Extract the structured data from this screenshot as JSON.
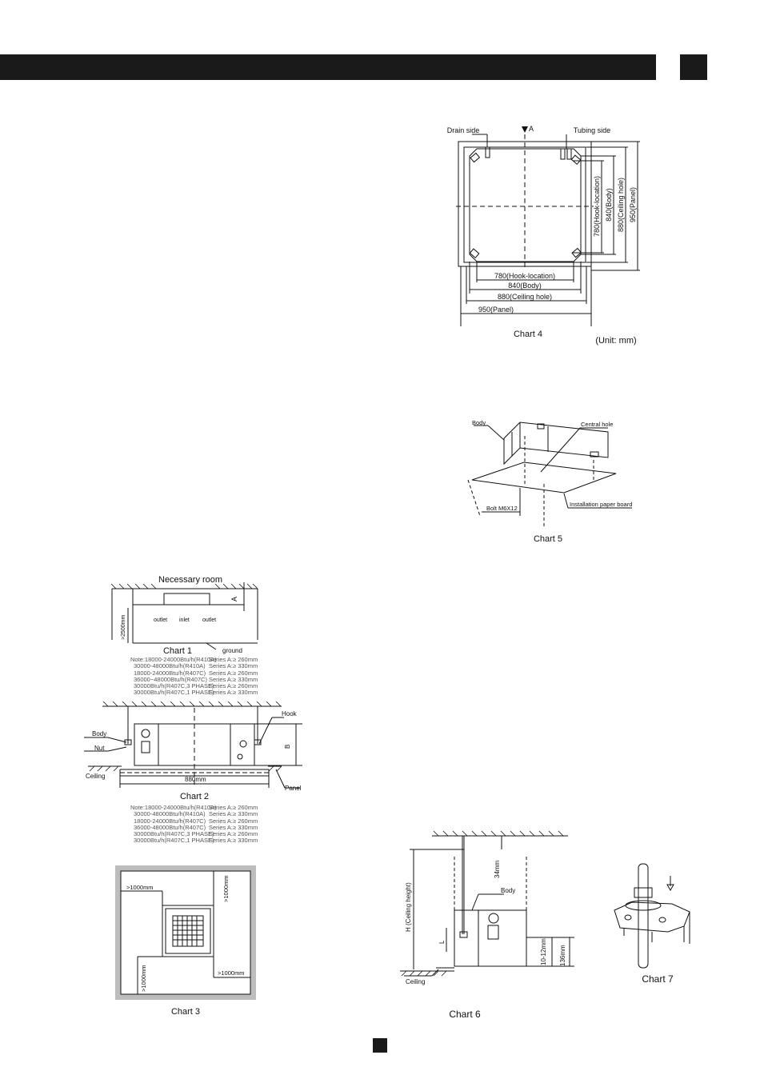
{
  "chart4": {
    "drain_side": "Drain side",
    "tubing_side": "Tubing side",
    "axis_a": "A",
    "dim_780": "780(Hook-location)",
    "dim_840": "840(Body)",
    "dim_880": "880(Ceiling hole)",
    "dim_950": "950(Panel)",
    "vdim_780": "780(Hook-location)",
    "vdim_840": "840(Body)",
    "vdim_880": "880(Ceiling hole)",
    "vdim_950": "950(Panel)",
    "caption": "Chart 4",
    "unit": "(Unit: mm)"
  },
  "chart5": {
    "body": "Body",
    "central_hole": "Central  hole",
    "bolt": "Bolt M6X12",
    "paper_board": "Installation paper board",
    "caption": "Chart 5"
  },
  "chart1": {
    "title": "Necessary room",
    "a": "A",
    "height": ">2500mm",
    "outlet_left": "outlet",
    "inlet": "inlet",
    "outlet_right": "outlet",
    "ground": "ground",
    "caption": "Chart 1",
    "note_rows": [
      {
        "left": "Note:18000-24000Btu/h(R410A)",
        "right": "Series A:≥ 260mm"
      },
      {
        "left": "30000-48000Btu/h(R410A)",
        "right": "Series A:≥ 330mm"
      },
      {
        "left": "18000-24000Btu/h(R407C)",
        "right": "Series A:≥ 260mm"
      },
      {
        "left": "36000~48000Btu/h(R407C)",
        "right": "Series A:≥ 330mm"
      },
      {
        "left": "30000Btu/h(R407C,3 PHASE)",
        "right": "Series A:≥ 260mm"
      },
      {
        "left": "30000Btu/h(R407C,1 PHASE)",
        "right": "Series A:≥ 330mm"
      }
    ]
  },
  "chart2": {
    "body": "Body",
    "nut": "Nut",
    "ceiling": "Ceiling",
    "hook": "Hook",
    "b": "B",
    "width": "880mm",
    "panel": "Panel",
    "caption": "Chart 2",
    "note_rows": [
      {
        "left": "Note:18000-24000Btu/h(R410A)",
        "right": "Series A:≥ 260mm"
      },
      {
        "left": "30000-48000Btu/h(R410A)",
        "right": "Series A:≥ 330mm"
      },
      {
        "left": "18000-24000Btu/h(R407C)",
        "right": "Series A:≥ 260mm"
      },
      {
        "left": "36000-48000Btu/h(R407C)",
        "right": "Series A:≥ 330mm"
      },
      {
        "left": "30000Btu/h(R407C,3 PHASE)",
        "right": "Series A:≥ 260mm"
      },
      {
        "left": "30000Btu/h(R407C,1 PHASE)",
        "right": "Series A:≥ 330mm"
      }
    ]
  },
  "chart3": {
    "top_left": ">1000mm",
    "top_right": ">1000mm",
    "bottom_left": ">1000mm",
    "bottom_right": ">1000mm",
    "caption": "Chart 3"
  },
  "chart6": {
    "height": "H (Ceiling height)",
    "dim_34": "34mm",
    "body": "Body",
    "l": "L",
    "dim_10_12": "10-12mm",
    "dim_136": "136mm",
    "ceiling": "Ceiling",
    "caption": "Chart 6"
  },
  "chart7": {
    "caption": "Chart 7"
  }
}
